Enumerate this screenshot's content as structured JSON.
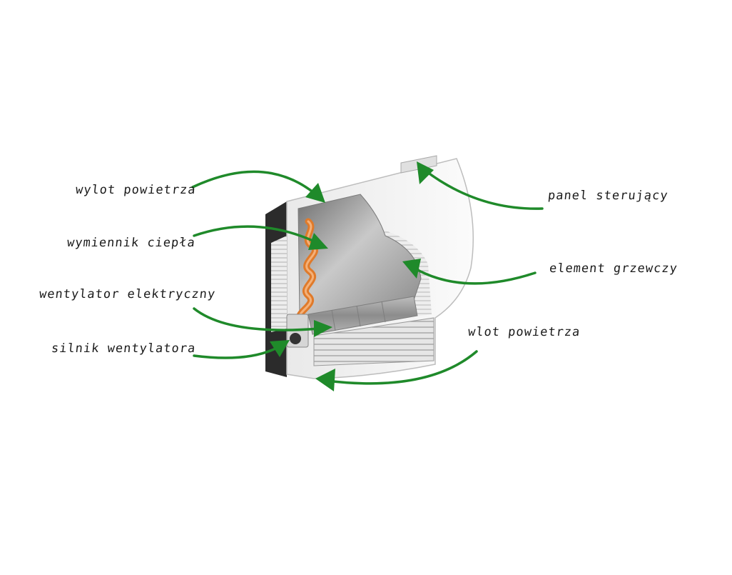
{
  "colors": {
    "arrow": "#1f8a2a",
    "casing": "#f2f2f2",
    "casing_edge": "#bdbdbd",
    "back_panel": "#2b2b2b",
    "heat_exchanger": "#e07a2a",
    "chamber": "#9a9a9a"
  },
  "labels": {
    "outlet_air": "wylot powietrza",
    "heat_exchanger": "wymiennik ciepła",
    "electric_fan": "wentylator elektryczny",
    "fan_motor": "silnik wentylatora",
    "control_panel": "panel sterujący",
    "heating_element": "element grzewczy",
    "inlet_air": "wlot powietrza"
  }
}
